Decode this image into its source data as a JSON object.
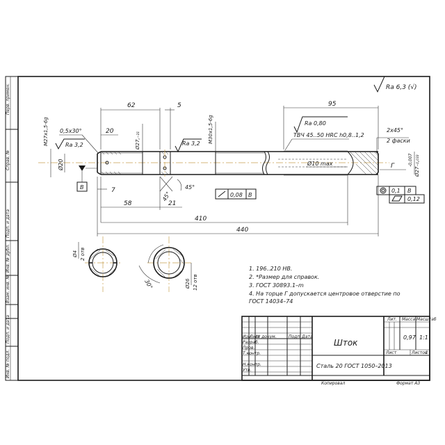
{
  "roughness": {
    "general": "Ra 6,3 (√)"
  },
  "dims": {
    "d95": "95",
    "d62": "62",
    "d5": "5",
    "d20": "20",
    "d7": "7",
    "d58": "58",
    "d21": "21",
    "d410": "410",
    "d440": "440",
    "d45deg": "45°",
    "d45deg_b": "45°",
    "phi20": "Ø20",
    "phi27": "Ø27,₋₂₁",
    "phi27b": "Ø27₋₀,₀₃₃",
    "phi27b_tol": "-0,007",
    "phi10": "Ø10 max",
    "thread_left": "M27x1,5-6g",
    "thread_mid": "M30x1,5-6g",
    "chamfer_left": "0,5x30°",
    "chamfer_right": "2x45°",
    "chamfer_right2": "2 фаски",
    "ra_left": "Ra 3,2",
    "ra_mid": "Ra 3,2",
    "ra_top": "Ra 0,80",
    "treat": "ТВЧ 45..50 HRC h0,8..1,2",
    "surface_g": "Г",
    "phi4": "Ø4",
    "holes2": "2 отв",
    "phi26": "Ø26",
    "holes12": "12 отв",
    "angle30": "30°"
  },
  "datum": {
    "b1": "В",
    "b2": "В"
  },
  "tolerances": {
    "runout_val": "0,08",
    "runout_datum": "В",
    "round_val": "0,1",
    "round_datum": "В",
    "cyl_val": "0,12"
  },
  "notes": [
    "1. 196..210 НВ.",
    "2. *Размер для справок.",
    "3. ГОСТ 30893.1–m",
    "4. На торце Г допускается центровое отверстие по",
    "ГОСТ 14034–74"
  ],
  "side_stamps": [
    "Перв. примен.",
    "Справ. №",
    "Подп. и дата",
    "Инв. № дубл.",
    "Взам. инв. №",
    "Подп. и дата",
    "Инв. № подл."
  ],
  "title_block": {
    "name": "Шток",
    "material": "Сталь 20 ГОСТ 1050–2013",
    "lit_header": "Лит.",
    "mass_header": "Масса",
    "scale_header": "Масштаб",
    "mass": "0,97",
    "scale": "1:1",
    "sheet_label": "Лист",
    "sheets_label": "Листов",
    "sheets_count": "1",
    "rows": [
      "Изм.",
      "Лист",
      "№ докум.",
      "Подп.",
      "Дата"
    ],
    "roles": [
      "Разраб.",
      "Пров.",
      "Т.контр.",
      "",
      "Н.контр.",
      "Утв."
    ],
    "copied": "Копировал",
    "format": "Формат   А3"
  }
}
